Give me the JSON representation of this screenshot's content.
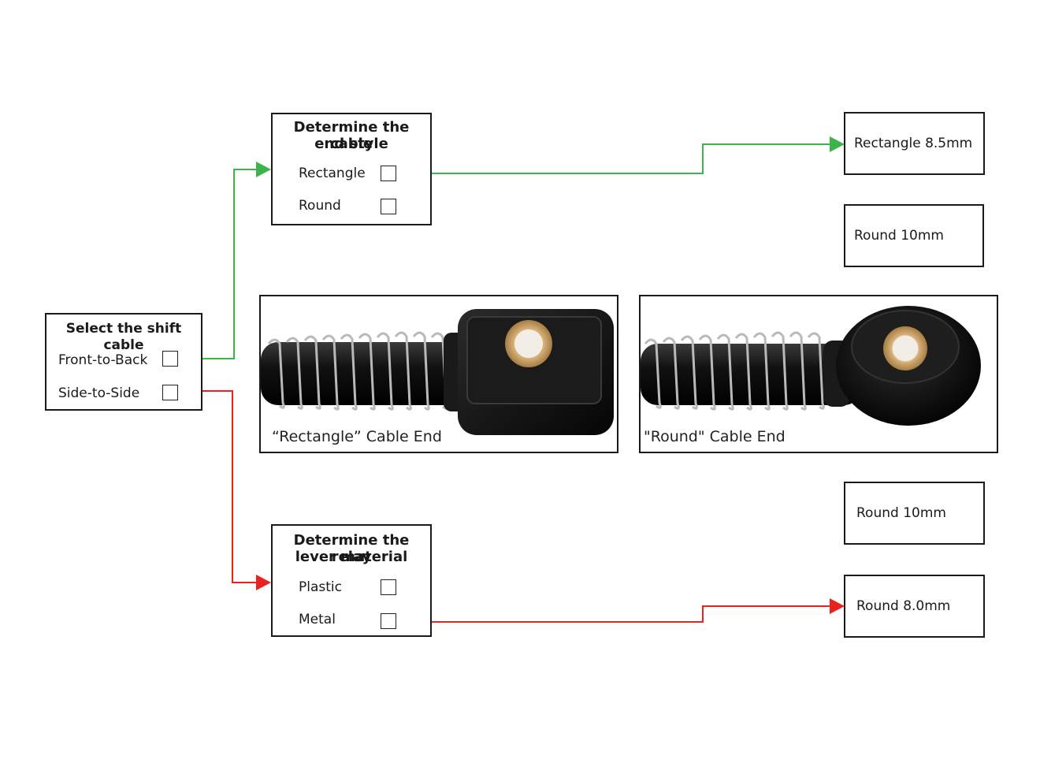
{
  "start": {
    "title": "Select the shift cable",
    "options": [
      "Front-to-Back",
      "Side-to-Side"
    ]
  },
  "cable_end": {
    "title_line1": "Determine the cable",
    "title_line2": "end style",
    "options": [
      "Rectangle",
      "Round"
    ]
  },
  "relay_lever": {
    "title_line1": "Determine the relay",
    "title_line2": "lever material",
    "options": [
      "Plastic",
      "Metal"
    ]
  },
  "results": {
    "rectangle_85": "Rectangle 8.5mm",
    "round_10_top": "Round 10mm",
    "round_10_bottom": "Round 10mm",
    "round_80": "Round 8.0mm"
  },
  "photos": {
    "rectangle_caption": "“Rectangle”  Cable End",
    "round_caption": "\"Round\" Cable End"
  },
  "colors": {
    "green_path": "#3db44a",
    "red_path": "#e8231f",
    "box_border": "#1a1a1a",
    "bushing_brass": "#c9a36a"
  }
}
